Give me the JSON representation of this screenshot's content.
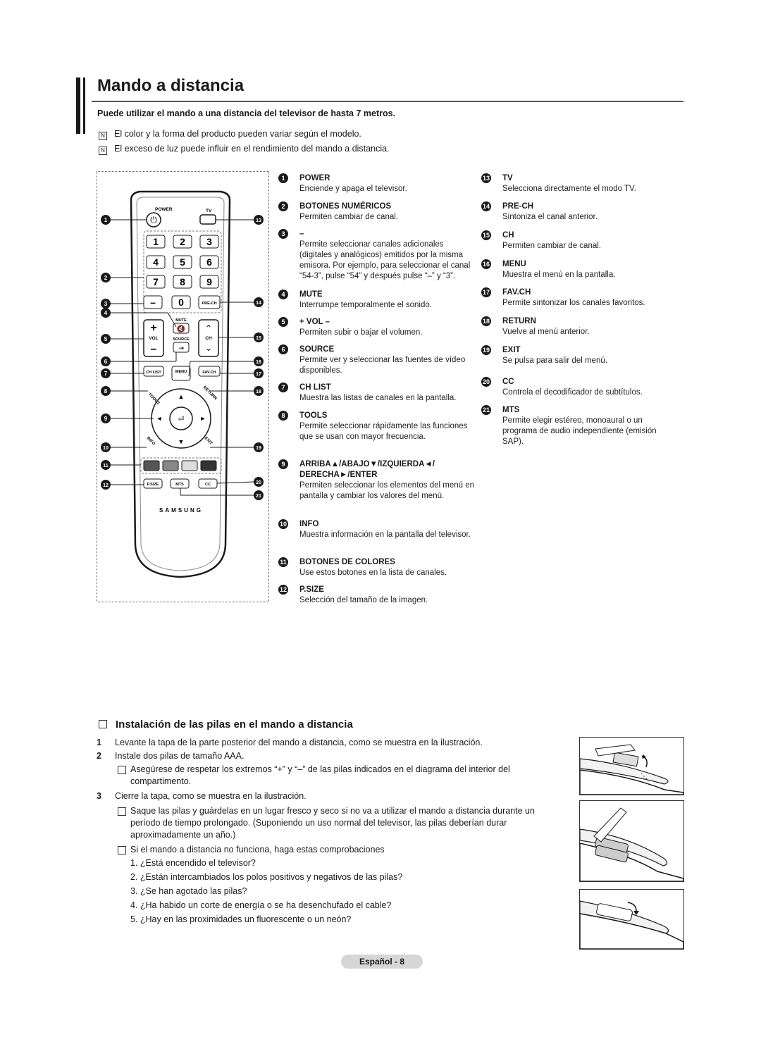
{
  "page": {
    "title": "Mando a distancia",
    "intro": "Puede utilizar el mando a una distancia del televisor de hasta 7 metros.",
    "notes": [
      "El color y la forma del producto pueden variar según el modelo.",
      "El exceso de luz puede influir en el rendimiento del mando a distancia."
    ]
  },
  "remote": {
    "brand": "SAMSUNG",
    "labels": {
      "power": "POWER",
      "tv": "TV",
      "mute": "MUTE",
      "vol": "VOL",
      "source": "SOURCE",
      "ch": "CH",
      "ch_list": "CH LIST",
      "menu": "MENU",
      "fav_ch": "FAV.CH",
      "tools": "TOOLS",
      "return": "RETURN",
      "info": "INFO",
      "exit": "EXIT",
      "psize": "P.SIZE",
      "mts": "MTS",
      "cc": "CC",
      "prech": "PRE-CH"
    },
    "digits": [
      "1",
      "2",
      "3",
      "4",
      "5",
      "6",
      "7",
      "8",
      "9",
      "–",
      "0"
    ]
  },
  "items_left": [
    {
      "n": "1",
      "label": "POWER",
      "desc": "Enciende y apaga el televisor."
    },
    {
      "n": "2",
      "label": "BOTONES NUMÉRICOS",
      "desc": "Permiten cambiar de canal."
    },
    {
      "n": "3",
      "label": "–",
      "desc": "Permite seleccionar canales adicionales (digitales y analógicos) emitidos por la misma emisora. Por ejemplo, para seleccionar el canal “54-3”, pulse “54” y después pulse “–” y “3”."
    },
    {
      "n": "4",
      "label": "MUTE",
      "desc": "Interrumpe temporalmente el sonido."
    },
    {
      "n": "5",
      "label": "+ VOL –",
      "desc": "Permiten subir o bajar el volumen."
    },
    {
      "n": "6",
      "label": "SOURCE",
      "desc": "Permite ver y seleccionar las fuentes de vídeo disponibles."
    },
    {
      "n": "7",
      "label": "CH LIST",
      "desc": "Muestra las listas de canales en la pantalla."
    },
    {
      "n": "8",
      "label": "TOOLS",
      "desc": "Permite seleccionar rápidamente las funciones que se usan con mayor frecuencia."
    },
    {
      "n": "9",
      "label": "ARRIBA▲/ABAJO▼/IZQUIERDA◄/ DERECHA►/ENTER",
      "desc": "Permiten seleccionar los elementos del menú en pantalla y cambiar los valores del menú."
    },
    {
      "n": "10",
      "label": "INFO",
      "desc": "Muestra información en la pantalla del televisor."
    },
    {
      "n": "11",
      "label": "BOTONES DE COLORES",
      "desc": "Use estos botones en la lista de canales."
    },
    {
      "n": "12",
      "label": "P.SIZE",
      "desc": "Selección del tamaño de la imagen."
    }
  ],
  "items_right": [
    {
      "n": "13",
      "label": "TV",
      "desc": "Selecciona directamente el modo TV."
    },
    {
      "n": "14",
      "label": "PRE-CH",
      "desc": "Sintoniza el canal anterior."
    },
    {
      "n": "15",
      "label": "CH",
      "desc": "Permiten cambiar de canal."
    },
    {
      "n": "16",
      "label": "MENU",
      "desc": "Muestra el menú en la pantalla."
    },
    {
      "n": "17",
      "label": "FAV.CH",
      "desc": "Permite sintonizar los canales favoritos."
    },
    {
      "n": "18",
      "label": "RETURN",
      "desc": "Vuelve al menú anterior."
    },
    {
      "n": "19",
      "label": "EXIT",
      "desc": "Se pulsa para salir del menú."
    },
    {
      "n": "20",
      "label": "CC",
      "desc": "Controla el decodificador de subtítulos."
    },
    {
      "n": "21",
      "label": "MTS",
      "desc": "Permite elegir estéreo, monoaural o un programa de audio independiente (emisión SAP)."
    }
  ],
  "batteries": {
    "title": "Instalación de las pilas en el mando a distancia",
    "step1": "Levante la tapa de la parte posterior del mando a distancia, como se muestra en la ilustración.",
    "step2": "Instale dos pilas de tamaño AAA.",
    "note2": "Asegúrese de respetar los extremos “+” y “–” de las pilas indicados en el diagrama del interior del compartimento.",
    "step3": "Cierre la tapa, como se muestra en la ilustración.",
    "note3a": "Saque las pilas y guárdelas en un lugar fresco y seco si no va a utilizar el mando a distancia durante un período de tiempo prolongado. (Suponiendo un uso normal del televisor, las pilas deberían durar aproximadamente un año.)",
    "note3b": "Si el mando a distancia no funciona, haga estas comprobaciones",
    "checks": [
      "1.  ¿Está encendido el televisor?",
      "2.  ¿Están intercambiados los polos positivos y negativos de las pilas?",
      "3.  ¿Se han agotado las pilas?",
      "4.  ¿Ha habido un corte de energía o se ha desenchufado el cable?",
      "5.  ¿Hay en las proximidades un fluorescente o un neón?"
    ]
  },
  "footer": "Español - 8"
}
